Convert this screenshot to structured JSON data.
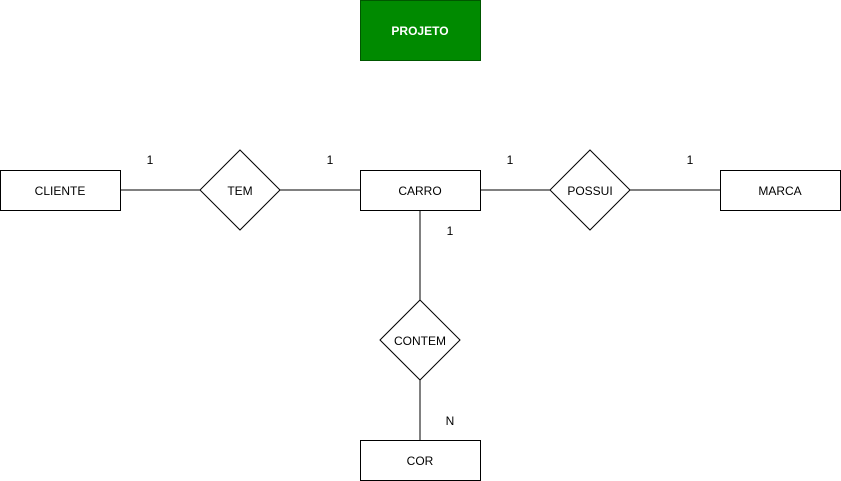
{
  "title": {
    "label": "PROJETO",
    "fill_color": "#008a00",
    "border_color": "#005700",
    "text_color": "#ffffff"
  },
  "entities": {
    "cliente": "CLIENTE",
    "carro": "CARRO",
    "marca": "MARCA",
    "cor": "COR"
  },
  "relationships": {
    "tem": "TEM",
    "possui": "POSSUI",
    "contem": "CONTEM"
  },
  "cardinalities": {
    "cliente_tem": "1",
    "tem_carro": "1",
    "carro_possui": "1",
    "possui_marca": "1",
    "carro_contem": "1",
    "contem_cor": "N"
  }
}
